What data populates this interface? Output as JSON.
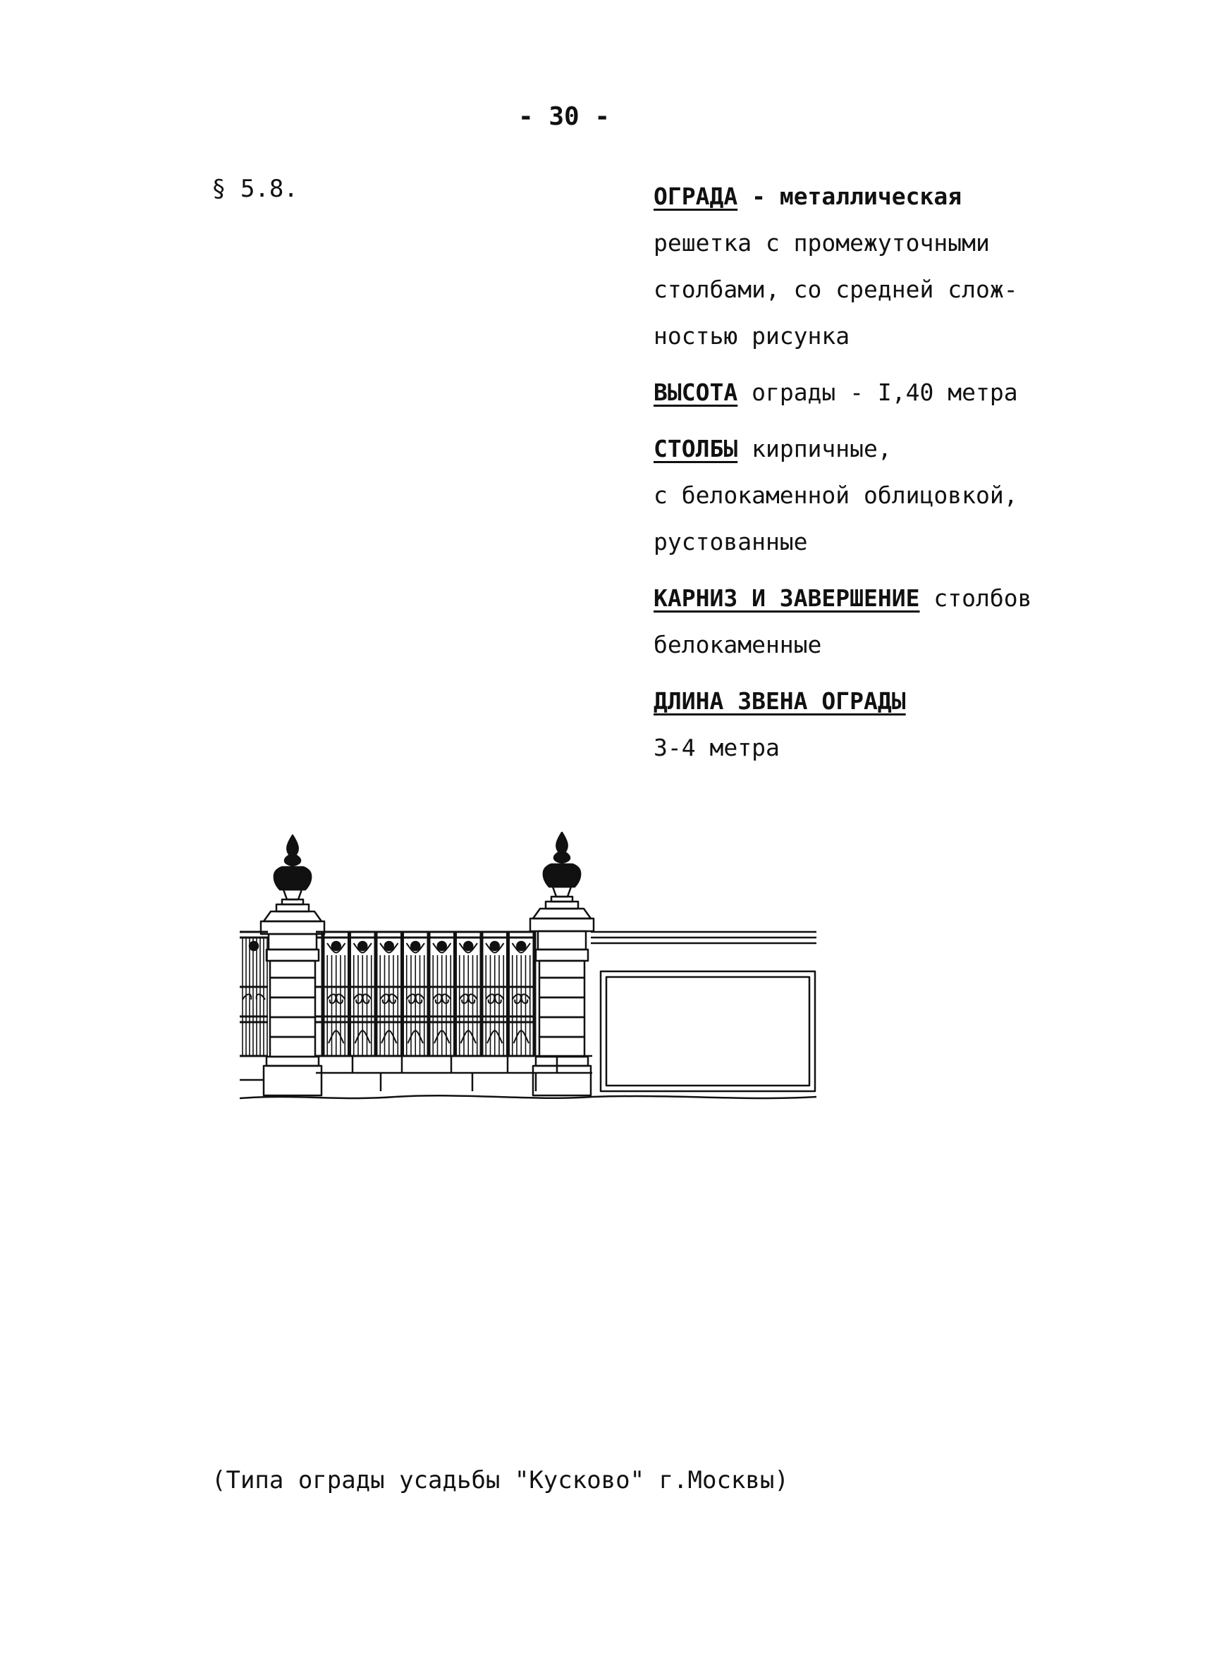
{
  "page": {
    "number": "- 30 -"
  },
  "section": {
    "label": "§ 5.8."
  },
  "spec": {
    "fence_term": "ОГРАДА",
    "fence_text_1": " - металлическая",
    "fence_text_2": "решетка с промежуточными",
    "fence_text_3": "столбами, со средней слож-",
    "fence_text_4": "ностью рисунка",
    "height_term": "ВЫСОТА",
    "height_text": " ограды - I,40 метра",
    "posts_term": "СТОЛБЫ",
    "posts_text_1": " кирпичные,",
    "posts_text_2": "с белокаменной облицовкой,",
    "posts_text_3": "рустованные",
    "cornice_term": "КАРНИЗ И ЗАВЕРШЕНИЕ",
    "cornice_text_1": " столбов",
    "cornice_text_2": "белокаменные",
    "length_term": "ДЛИНА ЗВЕНА ОГРАДЫ",
    "length_text": "3-4 метра"
  },
  "figure": {
    "kind": "fence-drawing"
  },
  "caption": {
    "text": "(Типа ограды усадьбы \"Кусково\" г.Москвы)"
  }
}
